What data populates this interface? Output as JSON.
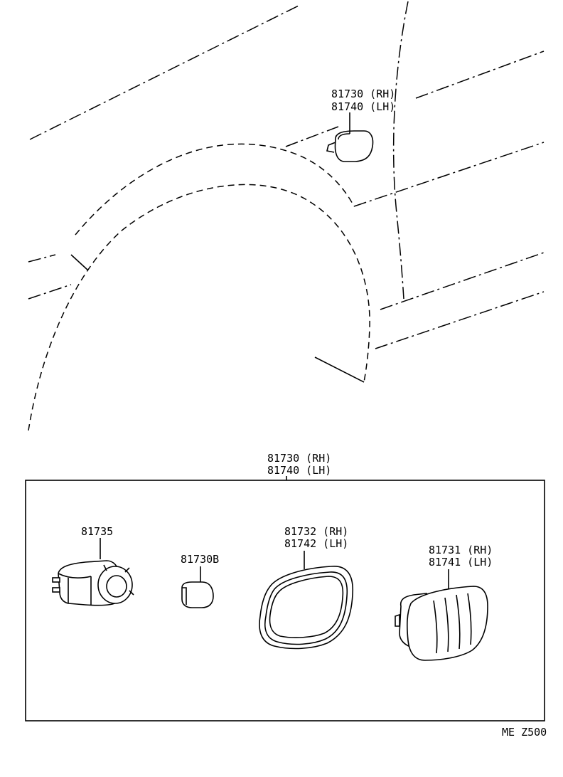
{
  "callouts": {
    "car_lamp_rh": "81730 (RH)",
    "car_lamp_lh": "81740 (LH)",
    "assy_rh": "81730 (RH)",
    "assy_lh": "81740 (LH)",
    "socket": "81735",
    "bulb": "81730B",
    "gasket_rh": "81732 (RH)",
    "gasket_lh": "81742 (LH)",
    "lens_rh": "81731 (RH)",
    "lens_lh": "81741 (LH)"
  },
  "code": "ME Z500"
}
